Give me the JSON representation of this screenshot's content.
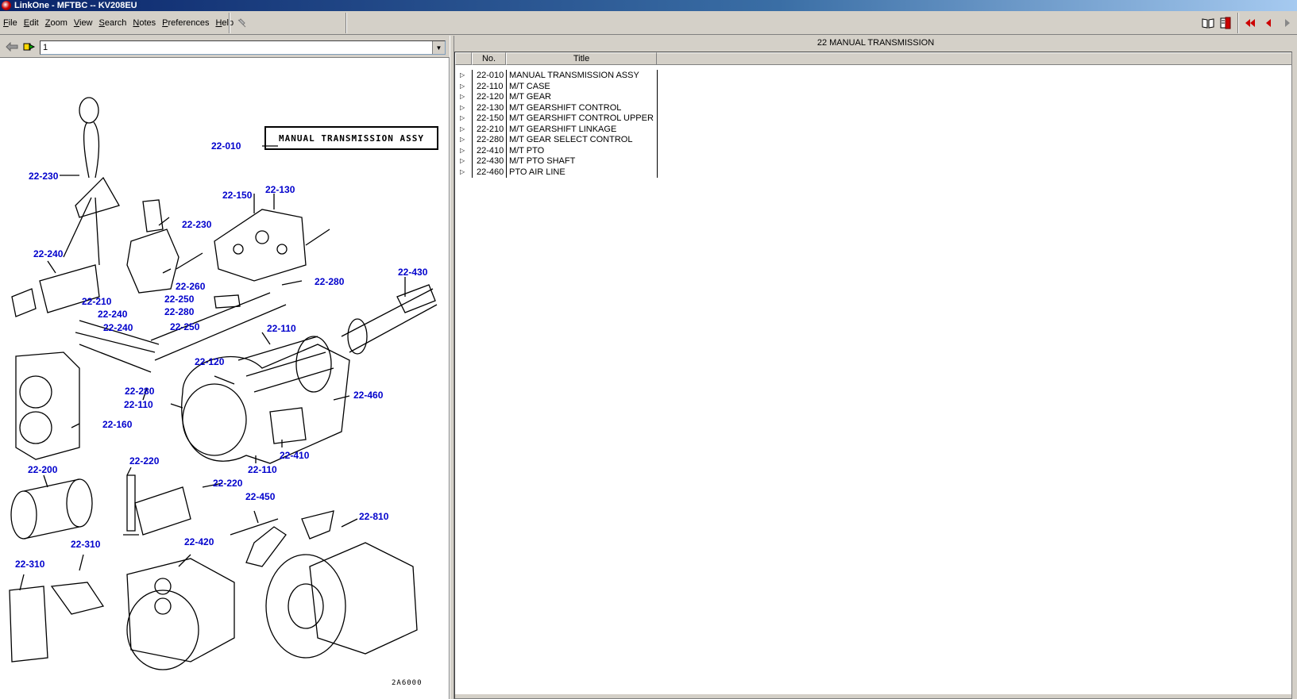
{
  "window": {
    "title": "LinkOne - MFTBC -- KV208EU"
  },
  "menu": [
    "File",
    "Edit",
    "Zoom",
    "View",
    "Search",
    "Notes",
    "Preferences",
    "Help"
  ],
  "toolbar_right": {
    "book_icon": "book-icon",
    "bookmark_icon": "bookmark-icon",
    "first_icon": "first-page-icon",
    "prev_icon": "previous-page-icon",
    "next_icon": "next-page-icon"
  },
  "left": {
    "page_combo_value": "1",
    "diagram": {
      "title_box": "MANUAL TRANSMISSION ASSY",
      "title_callout": "22-010",
      "figure_id": "2A6000",
      "callouts": [
        "22-230",
        "22-150",
        "22-130",
        "22-230",
        "22-240",
        "22-260",
        "22-280",
        "22-430",
        "22-210",
        "22-250",
        "22-240",
        "22-280",
        "22-240",
        "22-250",
        "22-110",
        "22-120",
        "22-280",
        "22-110",
        "22-460",
        "22-160",
        "22-410",
        "22-110",
        "22-200",
        "22-220",
        "22-220",
        "22-450",
        "22-810",
        "22-310",
        "22-420",
        "22-310"
      ]
    }
  },
  "right": {
    "header": "22 MANUAL TRANSMISSION",
    "columns": {
      "no": "No.",
      "title": "Title"
    },
    "rows": [
      {
        "no": "22-010",
        "title": "MANUAL TRANSMISSION ASSY"
      },
      {
        "no": "22-110",
        "title": "M/T CASE"
      },
      {
        "no": "22-120",
        "title": "M/T GEAR"
      },
      {
        "no": "22-130",
        "title": "M/T GEARSHIFT CONTROL"
      },
      {
        "no": "22-150",
        "title": "M/T GEARSHIFT CONTROL UPPER"
      },
      {
        "no": "22-210",
        "title": "M/T GEARSHIFT LINKAGE"
      },
      {
        "no": "22-280",
        "title": "M/T GEAR SELECT CONTROL"
      },
      {
        "no": "22-410",
        "title": "M/T PTO"
      },
      {
        "no": "22-430",
        "title": "M/T PTO SHAFT"
      },
      {
        "no": "22-460",
        "title": "PTO AIR LINE"
      }
    ]
  }
}
